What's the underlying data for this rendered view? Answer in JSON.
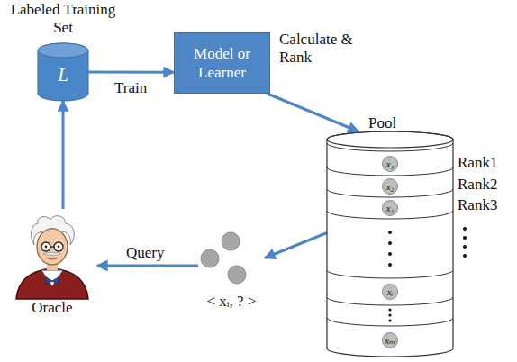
{
  "diagram": {
    "nodes": [
      {
        "text": [
          "Labeled Training Set",
          "L"
        ]
      },
      {
        "text": [
          "Model or Learner"
        ]
      },
      {
        "text": [
          "Pool"
        ]
      },
      {
        "text": [
          "x₁"
        ],
        "in": 2
      },
      {
        "text": [
          "x₂"
        ],
        "in": 2
      },
      {
        "text": [
          "x₃"
        ],
        "in": 2
      },
      {
        "text": [
          "xᵢ"
        ],
        "in": 2
      },
      {
        "text": [
          "xₘ"
        ],
        "in": 2
      },
      {
        "text": [
          "< xᵢ, ? >"
        ]
      },
      {
        "text": [
          "Oracle"
        ]
      }
    ],
    "edges": [
      {
        "from": 0,
        "to": 1,
        "arrow": "to",
        "label": "Train"
      },
      {
        "from": 1,
        "to": 2,
        "arrow": "to",
        "label": "Calculate & Rank"
      },
      {
        "from": 2,
        "to": 8,
        "arrow": "to"
      },
      {
        "from": 8,
        "to": 9,
        "arrow": "to",
        "label": "Query"
      },
      {
        "from": 9,
        "to": 0,
        "arrow": "to"
      }
    ],
    "labels": [
      "Rank1",
      "Rank2",
      "Rank3"
    ]
  }
}
